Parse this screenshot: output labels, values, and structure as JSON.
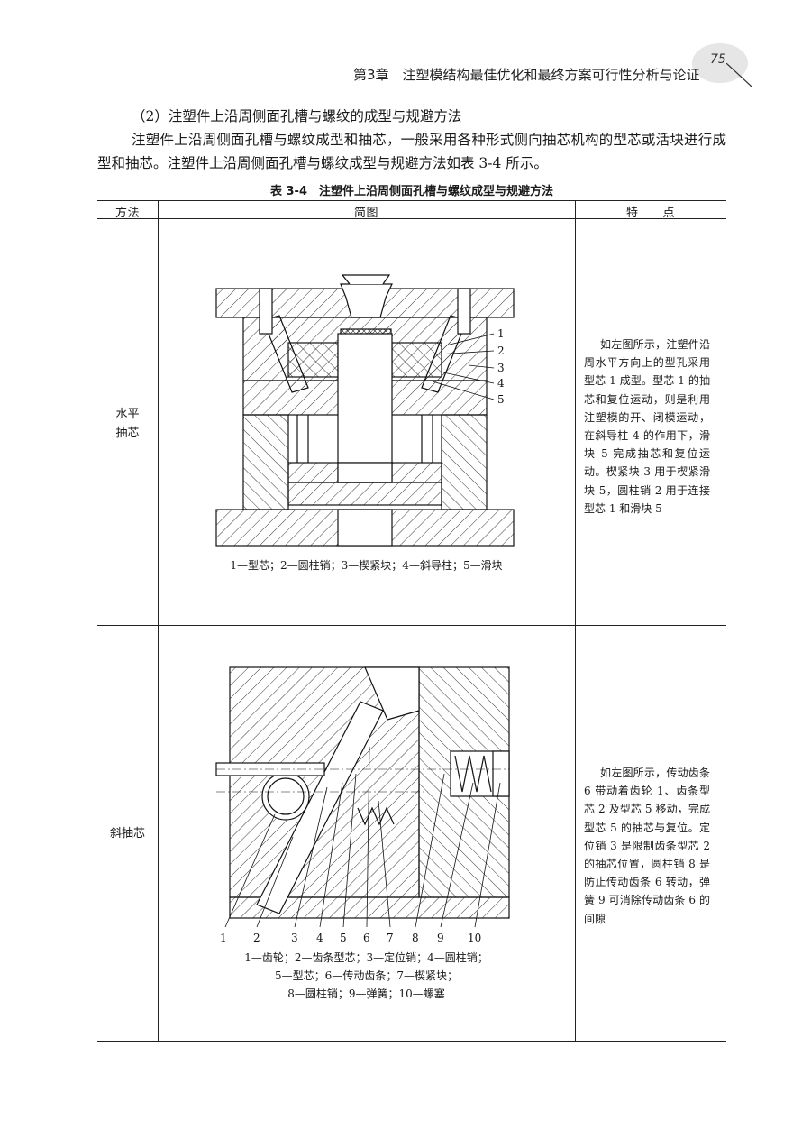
{
  "header": {
    "page_number": "75",
    "running_title": "第3章　注塑模结构最佳优化和最终方案可行性分析与论证"
  },
  "section": {
    "heading": "（2）注塑件上沿周侧面孔槽与螺纹的成型与规避方法",
    "paragraph": "注塑件上沿周侧面孔槽与螺纹成型和抽芯，一般采用各种形式侧向抽芯机构的型芯或活块进行成型和抽芯。注塑件上沿周侧面孔槽与螺纹成型与规避方法如表 3-4 所示。"
  },
  "table": {
    "caption": "表 3-4　注塑件上沿周侧面孔槽与螺纹成型与规避方法",
    "headers": {
      "method": "方法",
      "figure": "简图",
      "features": "特　　点"
    },
    "rows": [
      {
        "method_line1": "水平",
        "method_line2": "抽芯",
        "figure_labels": [
          "1",
          "2",
          "3",
          "4",
          "5"
        ],
        "figure_caption": "1—型芯；2—圆柱销；3—楔紧块；4—斜导柱；5—滑块",
        "features": "如左图所示，注塑件沿周水平方向上的型孔采用型芯 1 成型。型芯 1 的抽芯和复位运动，则是利用注塑模的开、闭模运动，在斜导柱 4 的作用下，滑块 5 完成抽芯和复位运动。楔紧块 3 用于楔紧滑块 5，圆柱销 2 用于连接型芯 1 和滑块 5"
      },
      {
        "method": "斜抽芯",
        "figure_labels": [
          "1",
          "2",
          "3",
          "4",
          "5",
          "6",
          "7",
          "8",
          "9",
          "10"
        ],
        "figure_caption_line1": "1—齿轮；2—齿条型芯；3—定位销；4—圆柱销；",
        "figure_caption_line2": "5—型芯；6—传动齿条；7—楔紧块；",
        "figure_caption_line3": "8—圆柱销；9—弹簧；10—螺塞",
        "features": "如左图所示，传动齿条 6 带动着齿轮 1、齿条型芯 2 及型芯 5 移动，完成型芯 5 的抽芯与复位。定位销 3 是限制齿条型芯 2 的抽芯位置，圆柱销 8 是防止传动齿条 6 转动，弹簧 9 可消除传动齿条 6 的间隙"
      }
    ]
  }
}
